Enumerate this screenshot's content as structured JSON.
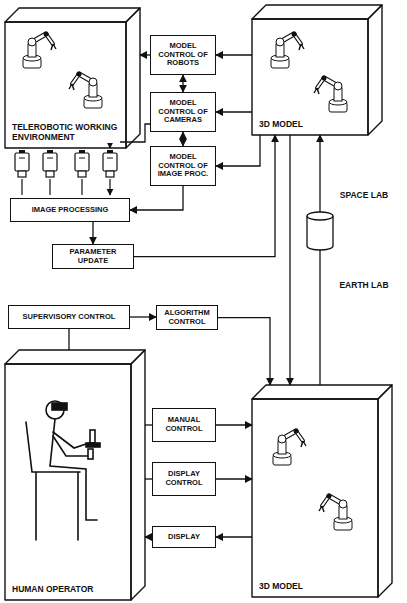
{
  "diagram": {
    "nodes": [
      {
        "text": [
          "TELEROBOTIC WORKING ENVIRONMENT"
        ]
      },
      {
        "text": [
          "3D MODEL"
        ]
      },
      {
        "text": [
          "MODEL CONTROL OF ROBOTS"
        ]
      },
      {
        "text": [
          "MODEL CONTROL OF CAMERAS"
        ]
      },
      {
        "text": [
          "MODEL CONTROL OF IMAGE PROC."
        ]
      },
      {
        "text": [
          "IMAGE PROCESSING"
        ]
      },
      {
        "text": [
          "PARAMETER UPDATE"
        ]
      },
      {
        "text": [
          "SUPERVISORY CONTROL"
        ]
      },
      {
        "text": [
          "ALGORITHM CONTROL"
        ]
      },
      {
        "text": [
          "HUMAN OPERATOR"
        ]
      },
      {
        "text": [
          "MANUAL CONTROL"
        ]
      },
      {
        "text": [
          "DISPLAY CONTROL"
        ]
      },
      {
        "text": [
          "DISPLAY"
        ]
      },
      {
        "text": [
          "3D MODEL"
        ]
      }
    ],
    "edges": [
      {
        "from": 2,
        "to": 0,
        "arrow": "to"
      },
      {
        "from": 2,
        "to": 3,
        "arrow": "both"
      },
      {
        "from": 3,
        "to": 4,
        "arrow": "both"
      },
      {
        "from": 1,
        "to": 2,
        "arrow": "to"
      },
      {
        "from": 1,
        "to": 3,
        "arrow": "to"
      },
      {
        "from": 1,
        "to": 4,
        "arrow": "to"
      },
      {
        "from": 4,
        "to": 5,
        "arrow": "to"
      },
      {
        "from": 5,
        "to": 6,
        "arrow": "to"
      },
      {
        "from": 6,
        "to": 1,
        "arrow": "to"
      },
      {
        "from": 1,
        "to": 13,
        "arrow": "to"
      },
      {
        "from": 13,
        "to": 1,
        "arrow": "to"
      },
      {
        "from": 7,
        "to": 9,
        "arrow": "none"
      },
      {
        "from": 7,
        "to": 8,
        "arrow": "to"
      },
      {
        "from": 8,
        "to": 13,
        "arrow": "to"
      },
      {
        "from": 9,
        "to": 10,
        "arrow": "none"
      },
      {
        "from": 10,
        "to": 13,
        "arrow": "to"
      },
      {
        "from": 9,
        "to": 11,
        "arrow": "none"
      },
      {
        "from": 11,
        "to": 13,
        "arrow": "to"
      },
      {
        "from": 13,
        "to": 12,
        "arrow": "to"
      },
      {
        "from": 12,
        "to": 9,
        "arrow": "to"
      }
    ],
    "labels": [
      "SPACE LAB",
      "EARTH LAB"
    ]
  }
}
